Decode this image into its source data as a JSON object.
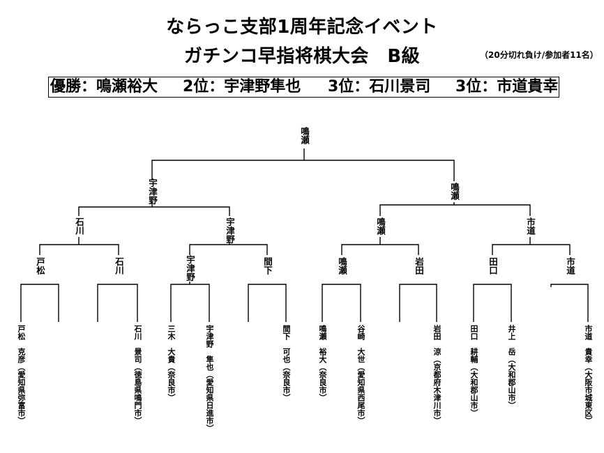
{
  "header": {
    "title": "ならっこ支部1周年記念イベント",
    "subtitle": "ガチンコ早指将棋大会　B級",
    "note": "（20分切れ負け/参加者11名）"
  },
  "results": {
    "winner": "優勝：鳴瀬裕大",
    "second": "2位：宇津野隼也",
    "third_a": "3位：石川景司",
    "third_b": "3位：市道貴幸"
  },
  "bracket": {
    "champion": "鳴瀬",
    "semifinal": [
      "宇津野",
      "鳴瀬"
    ],
    "quarterfinal": [
      "石川",
      "宇津野",
      "鳴瀬",
      "市道"
    ],
    "round2": [
      "戸松",
      "石川",
      "宇津野",
      "間下",
      "鳴瀬",
      "岩田",
      "田口",
      "市道"
    ],
    "players": [
      "戸松　克彦（愛知県弥富市）",
      "石川　景司（徳島県鳴門市）",
      "三木　大貴（奈良市）",
      "宇津野　隼也（愛知県日進市）",
      "間下　可也（奈良市）",
      "鳴瀬　裕大（奈良市）",
      "谷崎　大世（愛知県西尾市）",
      "岩田　涼（京都府木津川市）",
      "田口　耕輔（大和郡山市）",
      "井上　岳（大和郡山市）",
      "市道　貴幸（大阪市城東区）"
    ]
  }
}
